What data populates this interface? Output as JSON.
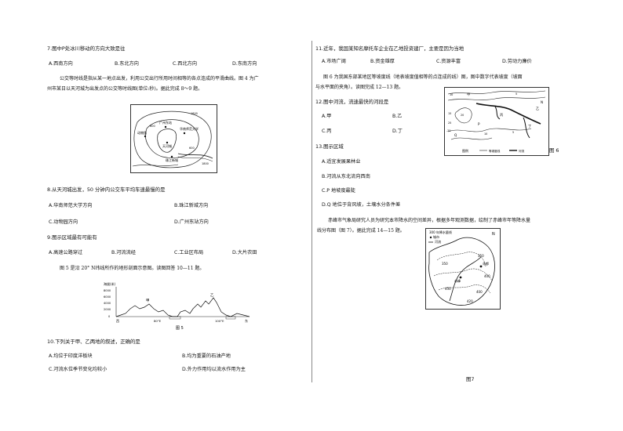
{
  "left": {
    "q7": {
      "stem": "7.图中P处冰川移动的方向大致是往",
      "options": [
        "A.西南方向",
        "B.东北方向",
        "C.西北方向",
        "D.东南方向"
      ]
    },
    "intro8_9": {
      "line1": "公交等时线是指从某一地点出发，利用公交出行所用时间相等的各点连成的平滑曲线。图 4 为广",
      "line2": "州市某日以天河城为出发点的公交等时线图(单位:秒)。据此完成 8～9 题。"
    },
    "fig4": {
      "labels": [
        "广州东站",
        "华南师范大学",
        "动物园",
        "天河城",
        "珠江新城"
      ],
      "contours": [
        "1800",
        "1800",
        "600",
        "600"
      ]
    },
    "q8": {
      "stem": "8.从天河城出发，50 分钟内公交车平均车速最慢的是",
      "options": [
        "A.华南师范大学方向",
        "B.珠江新城方向",
        "C.动物园方向",
        "D.广州东站方向"
      ]
    },
    "q9": {
      "stem": "9.图示区域最有可能有",
      "options": [
        "A.高速公路穿过",
        "B.河流流经",
        "C.工业区布局",
        "D.大片农田"
      ]
    },
    "intro10_11": "图 5 是沿 20° N纬线所作的地形剖面示意图。读图回答 10—11 题。",
    "fig5": {
      "ylabel": "海拔(米)",
      "yticks": [
        "8000",
        "6000",
        "4000",
        "2000",
        "0"
      ],
      "points": [
        "甲",
        "乙"
      ],
      "xticks": [
        "80°E",
        "100°E"
      ],
      "west": "西",
      "east": "东",
      "caption": "图 5"
    },
    "q10": {
      "stem": "10.下列关于甲、乙两地的叙述，正确的是",
      "options": [
        "A.均位于印度洋板块",
        "B.均为重要的石油产地",
        "C.河流水位季节变化均较小",
        "D.外力作用均以流水作用为主"
      ]
    }
  },
  "right": {
    "q11": {
      "stem": "11.近年，我国某知名摩托车企业在乙地投资建厂，主要是因为当地",
      "options": [
        "A.市场广阔",
        "B.资金雄厚",
        "C.资源丰富",
        "D.劳动力廉价"
      ]
    },
    "intro12_13": {
      "line1": "图 6 为我国东部某地区等坡度线（地表坡度值相等的点连成的线）图，图中数字代表坡度（坡面",
      "line2": "与水平面的夹角）。读图完成 12—13 题。"
    },
    "fig6": {
      "labels": [
        "甲",
        "乙",
        "丙",
        "丁",
        "P",
        "Q",
        "N"
      ],
      "numbers": [
        "10",
        "5",
        "15",
        "25",
        "20",
        "-25",
        "10",
        "5"
      ],
      "legend_prefix": "图例",
      "legend_contour": "等坡度线",
      "legend_river": "河流",
      "caption": "图 6"
    },
    "q12": {
      "stem": "12.图中河流，流速最快的河段是",
      "options": [
        "A.甲",
        "B.乙",
        "C.丙",
        "D.丁"
      ]
    },
    "q13": {
      "stem": "13.图示区域",
      "options": [
        "A.适宜发展果林业",
        "B.河流从东北流向西南",
        "C.P 地坡度最陡",
        "D.Q 地位于背风坡，土壤水分条件差"
      ]
    },
    "intro14_15": {
      "line1": "赤峰市气象局研究人员为研究本市降水的空间差异，根据多年观测数据，绘制了赤峰市年等降水量",
      "line2": "线分布图（图 7）。据此完成 14—15 题。"
    },
    "fig7": {
      "legend_title": "300 年降水量线",
      "legend_city": "城市",
      "legend_river": "河流",
      "numbers": [
        "350",
        "350",
        "400",
        "450",
        "400",
        "420"
      ],
      "cities": [
        "花都",
        "赤峰"
      ],
      "north": "N",
      "caption": "图7"
    }
  }
}
